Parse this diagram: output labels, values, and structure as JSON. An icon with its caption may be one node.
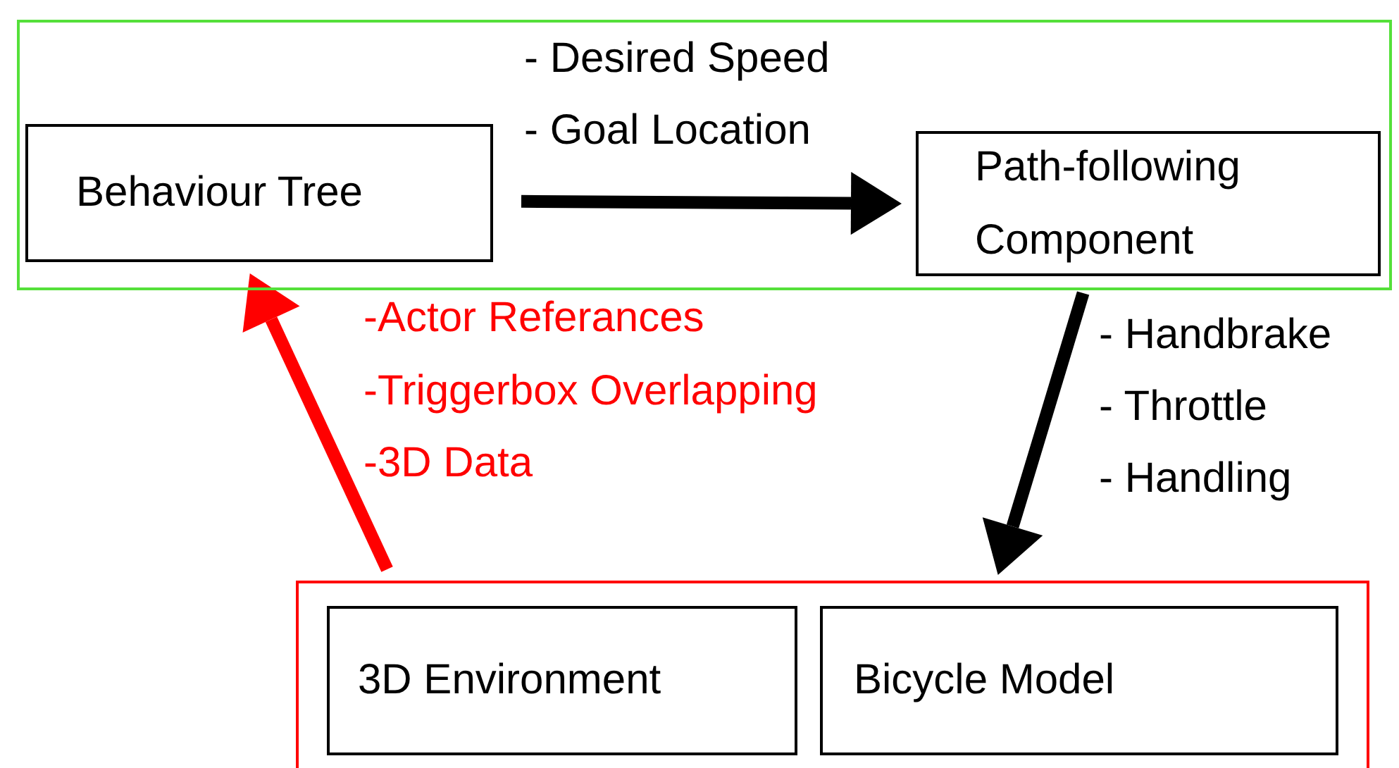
{
  "diagram": {
    "nodes": [
      {
        "text": [],
        "shape": "box"
      },
      {
        "text": [
          "Behaviour Tree"
        ],
        "in": 0
      },
      {
        "text": [
          "Path-following Component"
        ],
        "in": 0
      },
      {
        "text": [],
        "shape": "box"
      },
      {
        "text": [
          "3D Environment"
        ],
        "in": 3
      },
      {
        "text": [
          "Bicycle Model"
        ],
        "in": 3
      }
    ],
    "edges": [
      {
        "from": 1,
        "to": 2,
        "arrow": "to"
      },
      {
        "from": 2,
        "to": 3,
        "arrow": "to"
      },
      {
        "from": 3,
        "to": 1,
        "arrow": "to",
        "color": "#ff0000"
      }
    ],
    "labels": [
      "- Desired Speed",
      "- Goal Location",
      "-Actor Referances",
      "-Triggerbox Overlapping",
      "-3D Data",
      "- Handbrake",
      "- Throttle",
      "- Handling"
    ]
  }
}
